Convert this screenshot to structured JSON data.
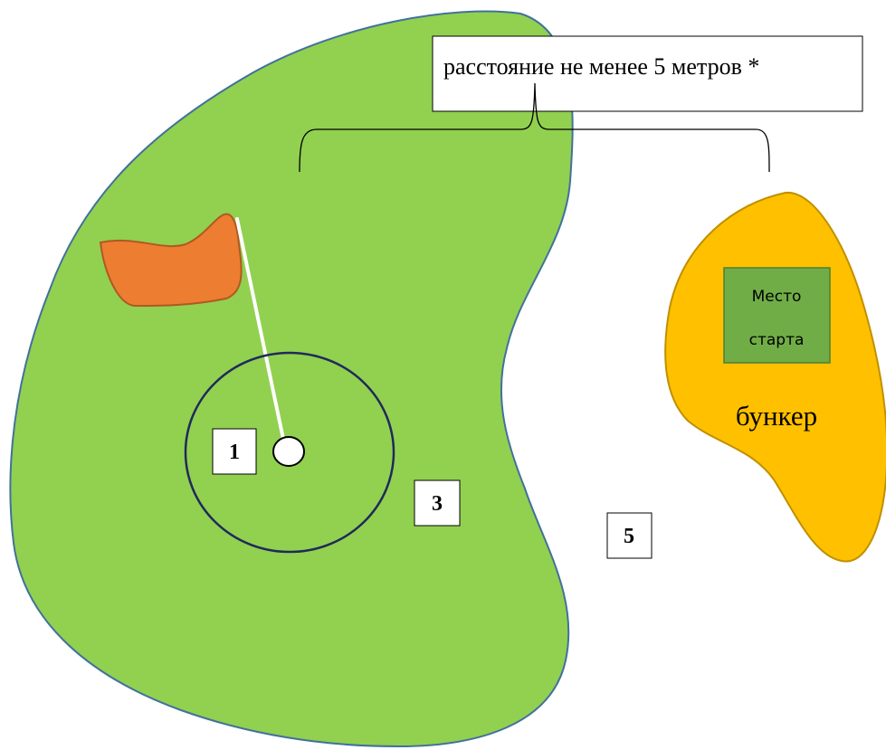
{
  "distance_note": {
    "text": "расстояние не менее 5 метров *"
  },
  "zones": [
    {
      "label": "1"
    },
    {
      "label": "3"
    },
    {
      "label": "5"
    }
  ],
  "bunker": {
    "label": "бункер",
    "start_area": {
      "line1": "Место",
      "line2": "старта"
    }
  },
  "colors": {
    "green_fill": "#92d050",
    "green_outline": "#41719c",
    "flag_fill": "#ed7d31",
    "flag_outline": "#ae5a21",
    "bunker_fill": "#ffc000",
    "bunker_outline": "#bf9000",
    "start_fill": "#70ad47",
    "start_outline": "#507e32",
    "ring_outline": "#1f2a5a",
    "flagpole": "#ffffff"
  }
}
